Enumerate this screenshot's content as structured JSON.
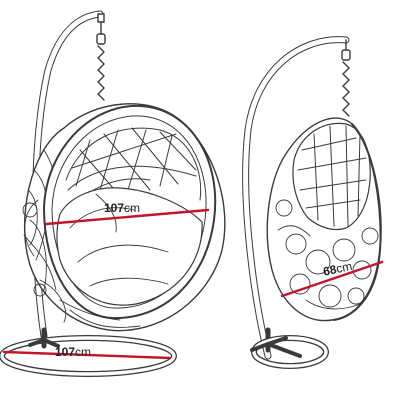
{
  "colors": {
    "outline": "#3a3a3a",
    "measure_line": "#c4142a",
    "text": "#222222",
    "background": "#ffffff"
  },
  "dimensions": {
    "left_chair_width": {
      "value": "107",
      "unit": "cm"
    },
    "base_diameter": {
      "value": "107",
      "unit": "cm"
    },
    "right_chair_depth": {
      "value": "68",
      "unit": "cm"
    }
  }
}
